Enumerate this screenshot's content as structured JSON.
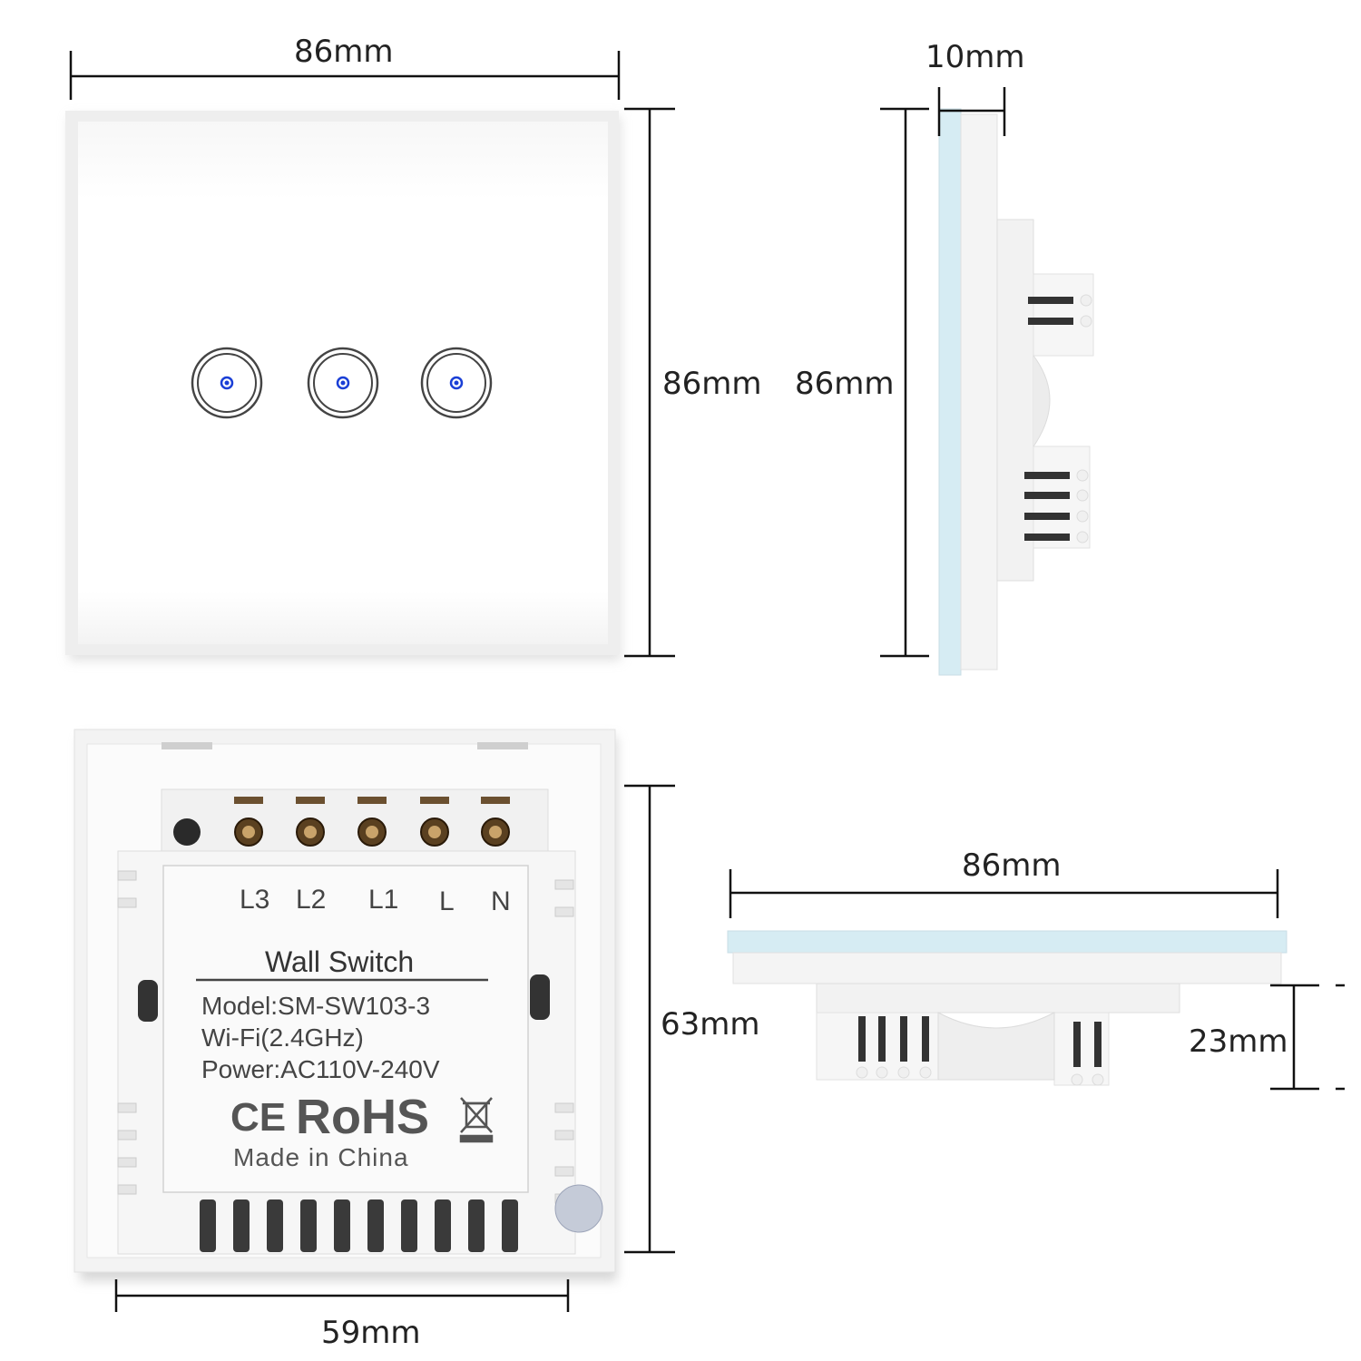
{
  "dimensions": {
    "front_width": "86mm",
    "front_height": "86mm",
    "side_depth": "10mm",
    "side_height": "86mm",
    "back_height": "63mm",
    "back_width": "59mm",
    "bottom_width": "86mm",
    "bottom_depth": "23mm"
  },
  "back_label": {
    "terminals": [
      "L3",
      "L2",
      "L1",
      "L",
      "N"
    ],
    "title": "Wall Switch",
    "model": "Model:SM-SW103-3",
    "wifi": "Wi-Fi(2.4GHz)",
    "power": "Power:AC110V-240V",
    "ce_mark": "CE",
    "rohs": "RoHS",
    "origin": "Made in China"
  },
  "colors": {
    "indicator": "#1a3fd6",
    "glass_edge": "#d6ecf3",
    "line": "#111111"
  },
  "icons": [
    "touch-button-icon",
    "weee-bin-icon"
  ]
}
